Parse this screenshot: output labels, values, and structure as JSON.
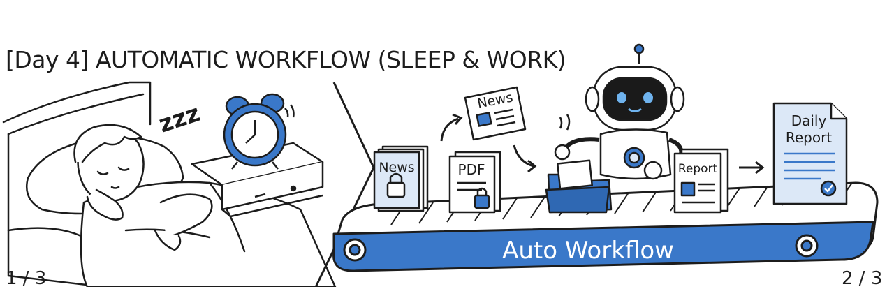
{
  "title": "[Day 4] AUTOMATIC WORKFLOW (SLEEP & WORK)",
  "sleep_text": "zzz",
  "docs": {
    "news_locked": "News",
    "pdf": "PDF",
    "news_fetched": "News",
    "report": "Report",
    "daily_report_line1": "Daily",
    "daily_report_line2": "Report"
  },
  "conveyor_label": "Auto Workflow",
  "page_left": "1 / 3",
  "page_right": "2 / 3",
  "colors": {
    "accent_blue": "#3a78c9",
    "light_blue": "#dce8f7",
    "ink": "#1c1c1c"
  }
}
